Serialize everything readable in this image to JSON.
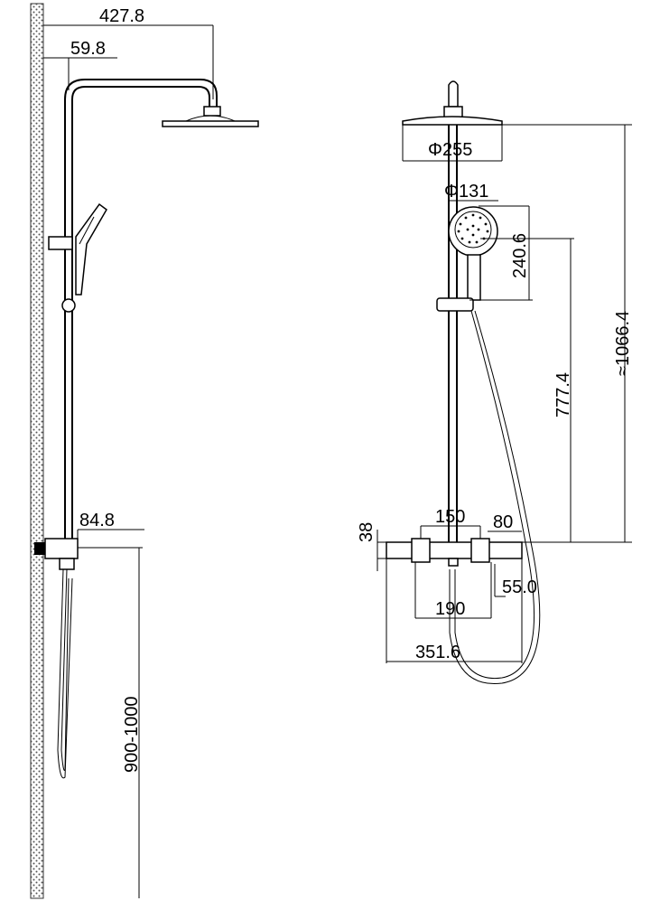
{
  "side_view": {
    "arm_projection": "427.8",
    "arm_offset": "59.8",
    "valve_depth": "84.8",
    "install_height": "900-1000"
  },
  "front_view": {
    "head_diameter": "Φ255",
    "hand_diameter": "Φ131",
    "hand_height": "240.6",
    "rail_height": "777.4",
    "total_height": "≈1066.4",
    "valve_height": "38",
    "valve_centers": "150",
    "valve_offset": "80",
    "outlet_offset": "55.0",
    "valve_width": "190",
    "overall_width": "351.6"
  }
}
